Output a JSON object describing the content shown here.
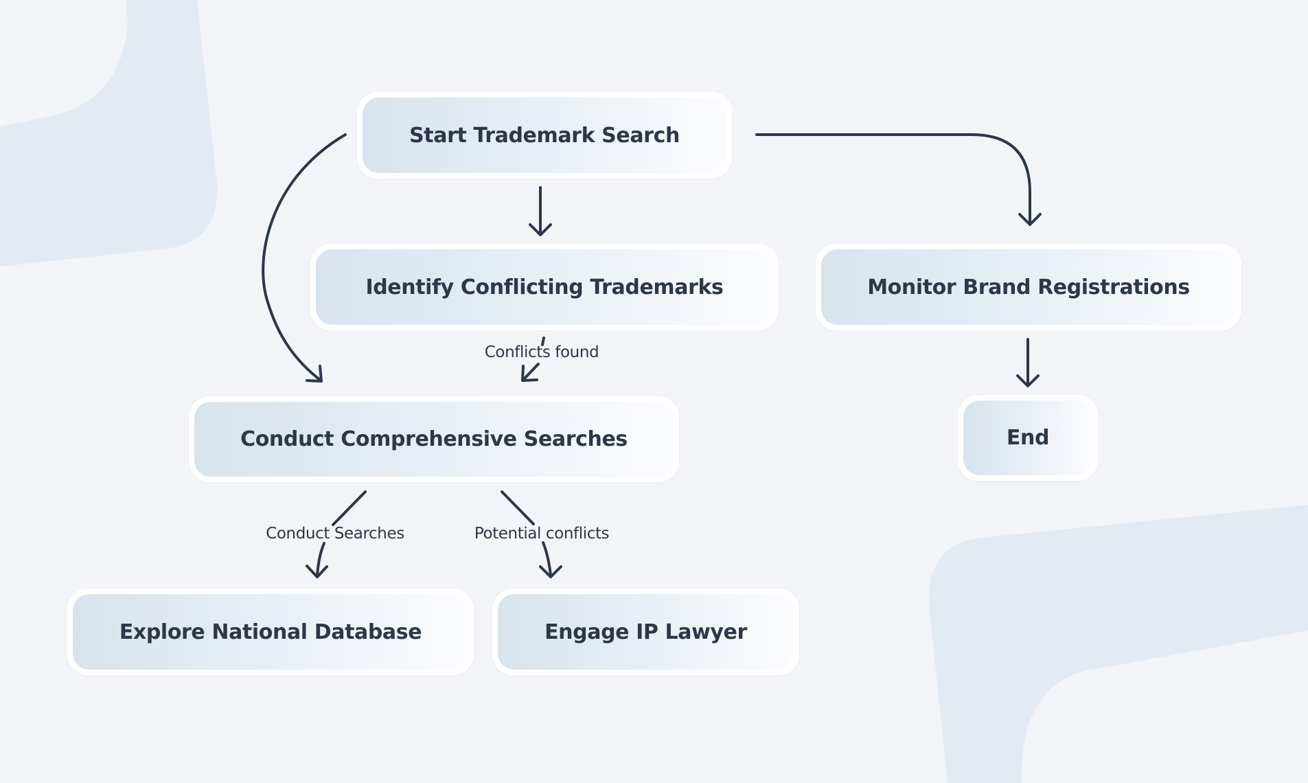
{
  "diagram": {
    "type": "flowchart",
    "colors": {
      "background": "#f2f4f8",
      "decor_shape": "#e3eaf2",
      "node_border": "#ffffff",
      "node_gradient_start": "#d8e3ee",
      "node_gradient_end": "#fbfcfe",
      "text": "#2d3748",
      "edge": "#2d3748"
    },
    "nodes": [
      {
        "id": "start",
        "label": "Start Trademark Search"
      },
      {
        "id": "identify",
        "label": "Identify Conflicting Trademarks"
      },
      {
        "id": "monitor",
        "label": "Monitor Brand Registrations"
      },
      {
        "id": "conduct",
        "label": "Conduct Comprehensive Searches"
      },
      {
        "id": "end",
        "label": "End"
      },
      {
        "id": "explore",
        "label": "Explore National Database"
      },
      {
        "id": "engage",
        "label": "Engage IP Lawyer"
      }
    ],
    "edges": [
      {
        "from": "start",
        "to": "identify",
        "label": ""
      },
      {
        "from": "start",
        "to": "conduct",
        "label": ""
      },
      {
        "from": "start",
        "to": "monitor",
        "label": ""
      },
      {
        "from": "identify",
        "to": "conduct",
        "label": "Conflicts found"
      },
      {
        "from": "monitor",
        "to": "end",
        "label": ""
      },
      {
        "from": "conduct",
        "to": "explore",
        "label": "Conduct Searches"
      },
      {
        "from": "conduct",
        "to": "engage",
        "label": "Potential conflicts"
      }
    ]
  }
}
